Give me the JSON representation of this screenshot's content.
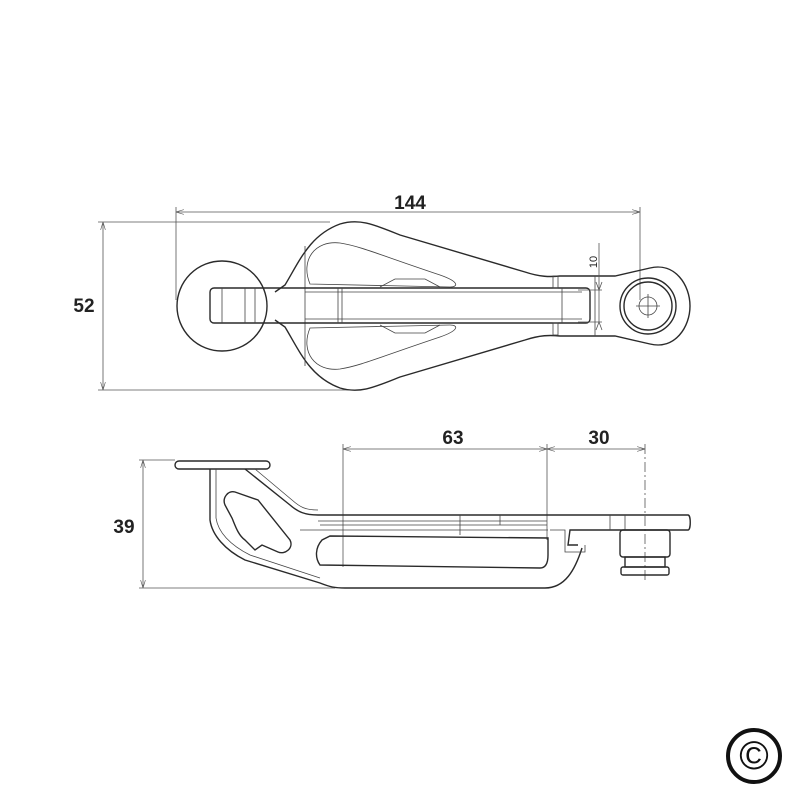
{
  "top_view": {
    "dimensions": {
      "overall_length": "144",
      "overall_width": "52",
      "bar_width": "10"
    }
  },
  "side_view": {
    "dimensions": {
      "height": "39",
      "span_a": "63",
      "span_b": "30"
    }
  },
  "copyright_symbol": "©"
}
